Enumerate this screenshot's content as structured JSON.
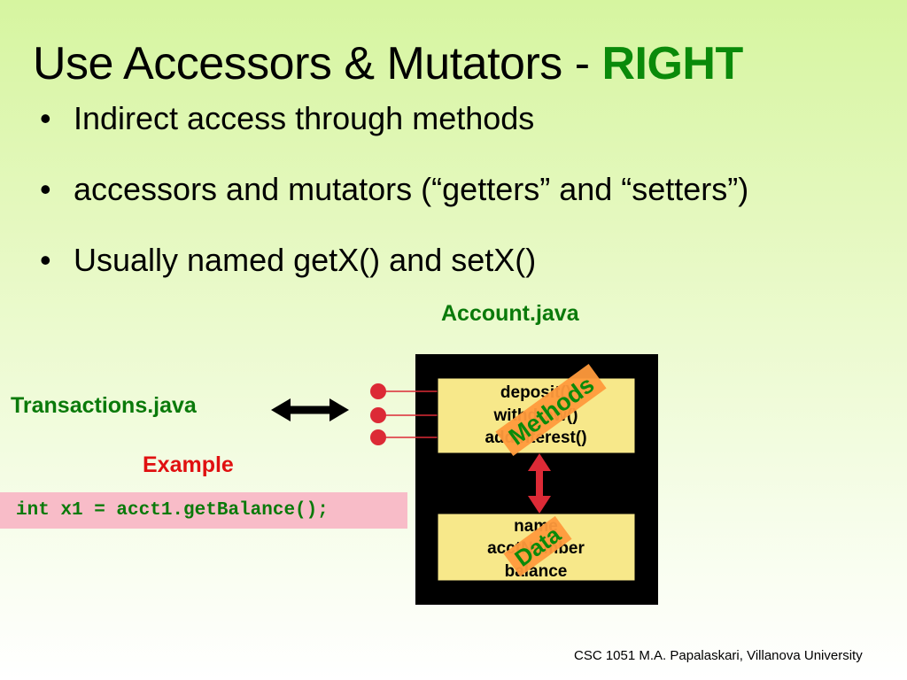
{
  "slide": {
    "title_main": "Use Accessors & Mutators - ",
    "title_highlight": "RIGHT",
    "bullets": [
      "Indirect access through methods",
      "accessors and mutators (“getters” and “setters”)",
      "Usually named getX() and setX()"
    ],
    "bullet_glyph": "•"
  },
  "diagram": {
    "account_label": "Account.java",
    "transactions_label": "Transactions.java",
    "methods": [
      "deposit()",
      "withdraw()",
      "addInterest()"
    ],
    "methods_badge": "Methods",
    "data_fields": [
      "name",
      "acctNumber",
      "balance"
    ],
    "data_badge": "Data"
  },
  "example": {
    "label": "Example",
    "code": "int x1 = acct1.getBalance();"
  },
  "footer": "CSC 1051 M.A. Papalaskari, Villanova University",
  "colors": {
    "accent_green": "#0a8a0a",
    "example_red": "#e01010",
    "code_bg": "#f8bcc8",
    "box_fill": "#f7e88a",
    "badge_orange": "#ff9a3c",
    "port_red": "#dc2a36"
  }
}
